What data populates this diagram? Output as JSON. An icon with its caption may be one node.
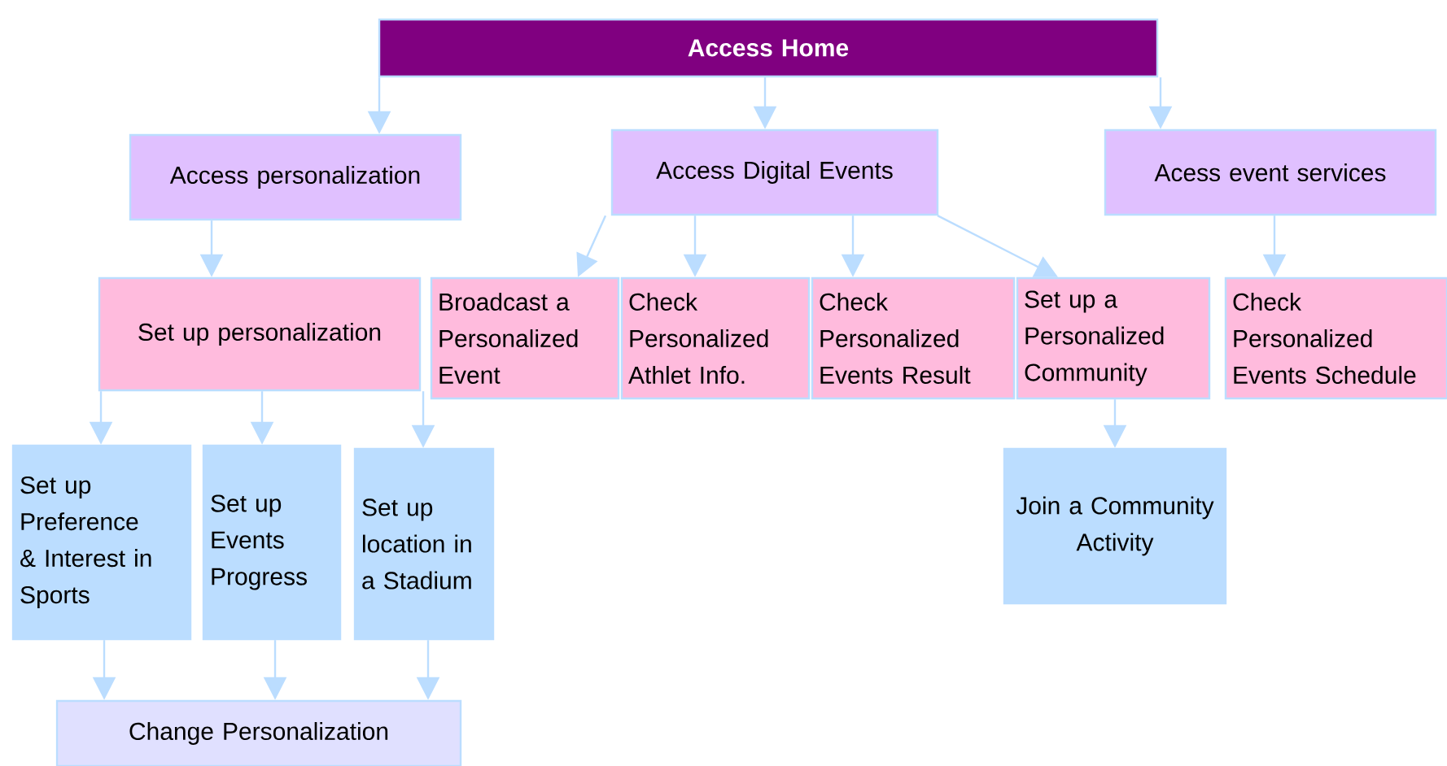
{
  "diagram": {
    "nodes": [
      {
        "text": [
          "Access Home"
        ]
      },
      {
        "text": [
          "Access personalization"
        ]
      },
      {
        "text": [
          "Access Digital Events"
        ]
      },
      {
        "text": [
          "Acess event services"
        ]
      },
      {
        "text": [
          "Set up personalization"
        ]
      },
      {
        "text": [
          "Broadcast a Personalized Event"
        ]
      },
      {
        "text": [
          "Check Personalized Athlet Info."
        ]
      },
      {
        "text": [
          "Check Personalized Events Result"
        ]
      },
      {
        "text": [
          "Set up a Personalized Community"
        ]
      },
      {
        "text": [
          "Check Personalized Events Schedule"
        ]
      },
      {
        "text": [
          "Set up Preference & Interest in Sports"
        ]
      },
      {
        "text": [
          "Set up Events Progress"
        ]
      },
      {
        "text": [
          "Set up location in a Stadium"
        ]
      },
      {
        "text": [
          "Join a Community Activity"
        ]
      },
      {
        "text": [
          "Change Personalization"
        ]
      }
    ],
    "edges": [
      {
        "from": 0,
        "to": 1,
        "arrow": "to"
      },
      {
        "from": 0,
        "to": 2,
        "arrow": "to"
      },
      {
        "from": 0,
        "to": 3,
        "arrow": "to"
      },
      {
        "from": 1,
        "to": 4,
        "arrow": "to"
      },
      {
        "from": 2,
        "to": 5,
        "arrow": "to"
      },
      {
        "from": 2,
        "to": 6,
        "arrow": "to"
      },
      {
        "from": 2,
        "to": 7,
        "arrow": "to"
      },
      {
        "from": 2,
        "to": 8,
        "arrow": "to"
      },
      {
        "from": 3,
        "to": 9,
        "arrow": "to"
      },
      {
        "from": 4,
        "to": 10,
        "arrow": "to"
      },
      {
        "from": 4,
        "to": 11,
        "arrow": "to"
      },
      {
        "from": 4,
        "to": 12,
        "arrow": "to"
      },
      {
        "from": 8,
        "to": 13,
        "arrow": "to"
      },
      {
        "from": 10,
        "to": 14,
        "arrow": "to"
      },
      {
        "from": 11,
        "to": 14,
        "arrow": "to"
      },
      {
        "from": 12,
        "to": 14,
        "arrow": "to"
      }
    ]
  }
}
